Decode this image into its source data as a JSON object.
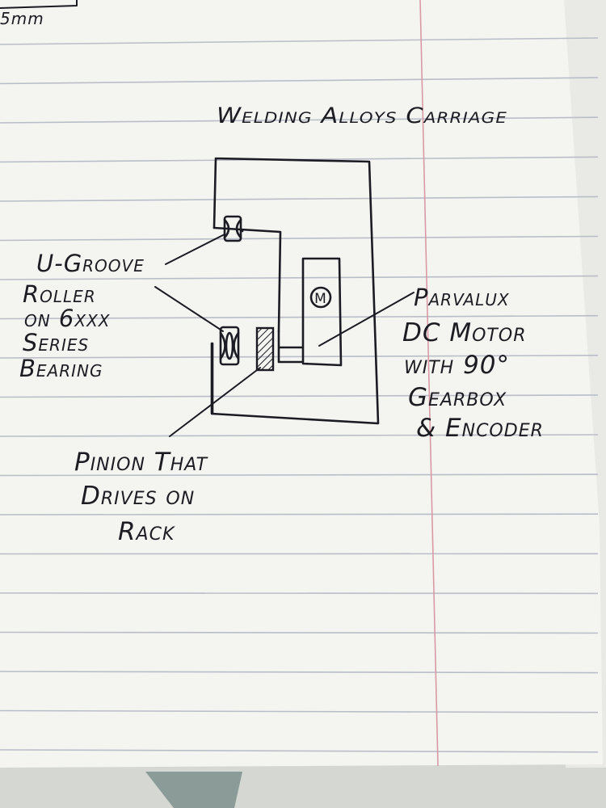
{
  "title": "Welding Alloys Carriage",
  "corner_note": "5mm",
  "motor_symbol": "M",
  "labels": {
    "roller": [
      "U-Groove",
      "Roller",
      "on 6xxx",
      "Series",
      "Bearing"
    ],
    "motor": [
      "Parvalux",
      "DC Motor",
      "with 90°",
      "Gearbox",
      "& Encoder"
    ],
    "pinion": [
      "Pinion That",
      "Drives on",
      "Rack"
    ]
  },
  "colors": {
    "paper": "#f4f4f1",
    "rule_line": "#b9bdc8",
    "margin_line": "#d99aa6",
    "ink": "#1b1b24",
    "background": "#d9dcd6"
  }
}
